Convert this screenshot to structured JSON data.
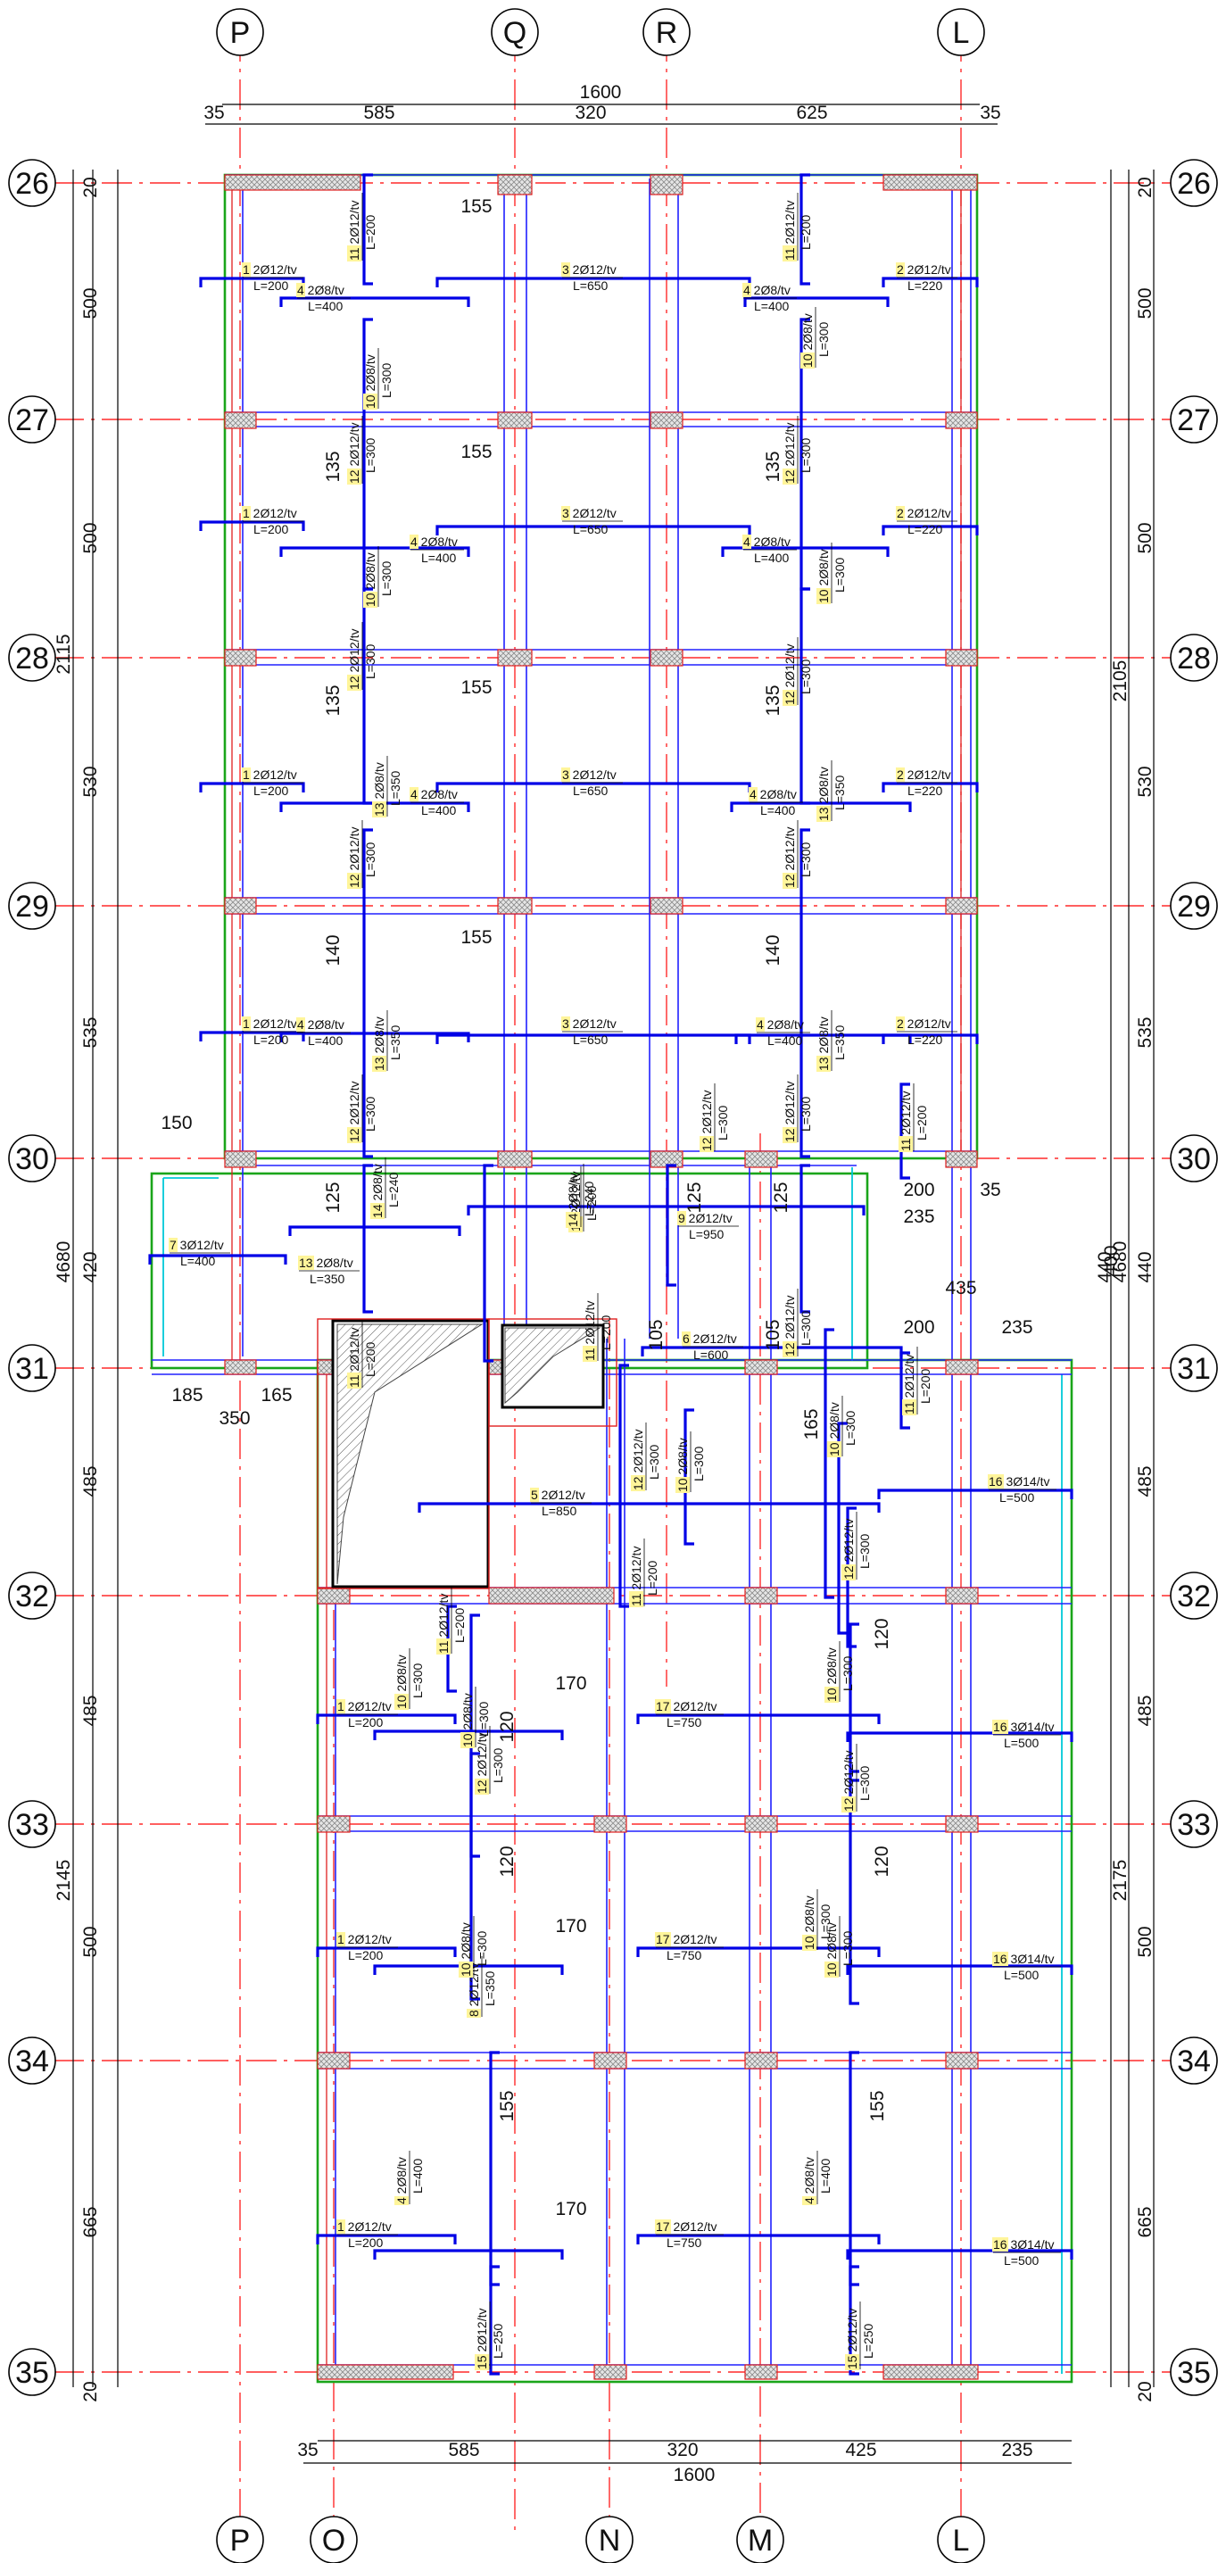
{
  "grid_axes": {
    "top": [
      "P",
      "Q",
      "R",
      "L"
    ],
    "bottom": [
      "P",
      "O",
      "N",
      "M",
      "L"
    ],
    "rows": [
      "26",
      "27",
      "28",
      "29",
      "30",
      "31",
      "32",
      "33",
      "34",
      "35"
    ]
  },
  "dimensions": {
    "top_total": "1600",
    "top_segments": [
      "35",
      "585",
      "320",
      "625",
      "35"
    ],
    "bottom_total": "1600",
    "bottom_segments": [
      "35",
      "585",
      "320",
      "425",
      "235"
    ],
    "left_outer": [
      "4680",
      "2115",
      "2145"
    ],
    "left_rows": [
      "20",
      "500",
      "500",
      "530",
      "535",
      "420",
      "485",
      "485",
      "500",
      "665",
      "20"
    ],
    "right_outer": [
      "2105",
      "4680",
      "2175"
    ],
    "right_rows": [
      "20",
      "500",
      "500",
      "530",
      "535",
      "400",
      "440",
      "485",
      "485",
      "500",
      "665",
      "20"
    ],
    "interior": [
      "155",
      "155",
      "155",
      "155",
      "135",
      "135",
      "135",
      "135",
      "140",
      "140",
      "125",
      "125",
      "125",
      "105",
      "105",
      "165",
      "170",
      "170",
      "170",
      "120",
      "120",
      "120",
      "120",
      "155",
      "155",
      "150",
      "185",
      "165",
      "350",
      "200",
      "235",
      "35",
      "435",
      "200",
      "235",
      "440"
    ]
  },
  "rebar_labels": [
    {
      "mark": "1",
      "spec": "2Ø12/tv",
      "length": "L=200"
    },
    {
      "mark": "2",
      "spec": "2Ø12/tv",
      "length": "L=220"
    },
    {
      "mark": "3",
      "spec": "2Ø12/tv",
      "length": "L=650"
    },
    {
      "mark": "4",
      "spec": "2Ø8/tv",
      "length": "L=400"
    },
    {
      "mark": "5",
      "spec": "2Ø12/tv",
      "length": "L=850"
    },
    {
      "mark": "6",
      "spec": "2Ø12/tv",
      "length": "L=600"
    },
    {
      "mark": "7",
      "spec": "3Ø12/tv",
      "length": "L=400"
    },
    {
      "mark": "8",
      "spec": "2Ø12/tv",
      "length": "L=350"
    },
    {
      "mark": "9",
      "spec": "2Ø12/tv",
      "length": "L=950"
    },
    {
      "mark": "10",
      "spec": "2Ø8/tv",
      "length": "L=300"
    },
    {
      "mark": "11",
      "spec": "2Ø12/tv",
      "length": "L=200"
    },
    {
      "mark": "12",
      "spec": "2Ø12/tv",
      "length": "L=300"
    },
    {
      "mark": "13",
      "spec": "2Ø8/tv",
      "length": "L=350"
    },
    {
      "mark": "14",
      "spec": "2Ø8/tv",
      "length": "L=240"
    },
    {
      "mark": "15",
      "spec": "2Ø12/tv",
      "length": "L=250"
    },
    {
      "mark": "16",
      "spec": "3Ø14/tv",
      "length": "L=500"
    },
    {
      "mark": "17",
      "spec": "2Ø12/tv",
      "length": "L=750"
    }
  ],
  "colors": {
    "grid": "#ff2a2a",
    "rebar": "#0000e6",
    "slab_outline": "#1aa51a",
    "beam": "#2020ff",
    "label_highlight": "#fff59a",
    "column_hatch": "#c8c8c8"
  }
}
